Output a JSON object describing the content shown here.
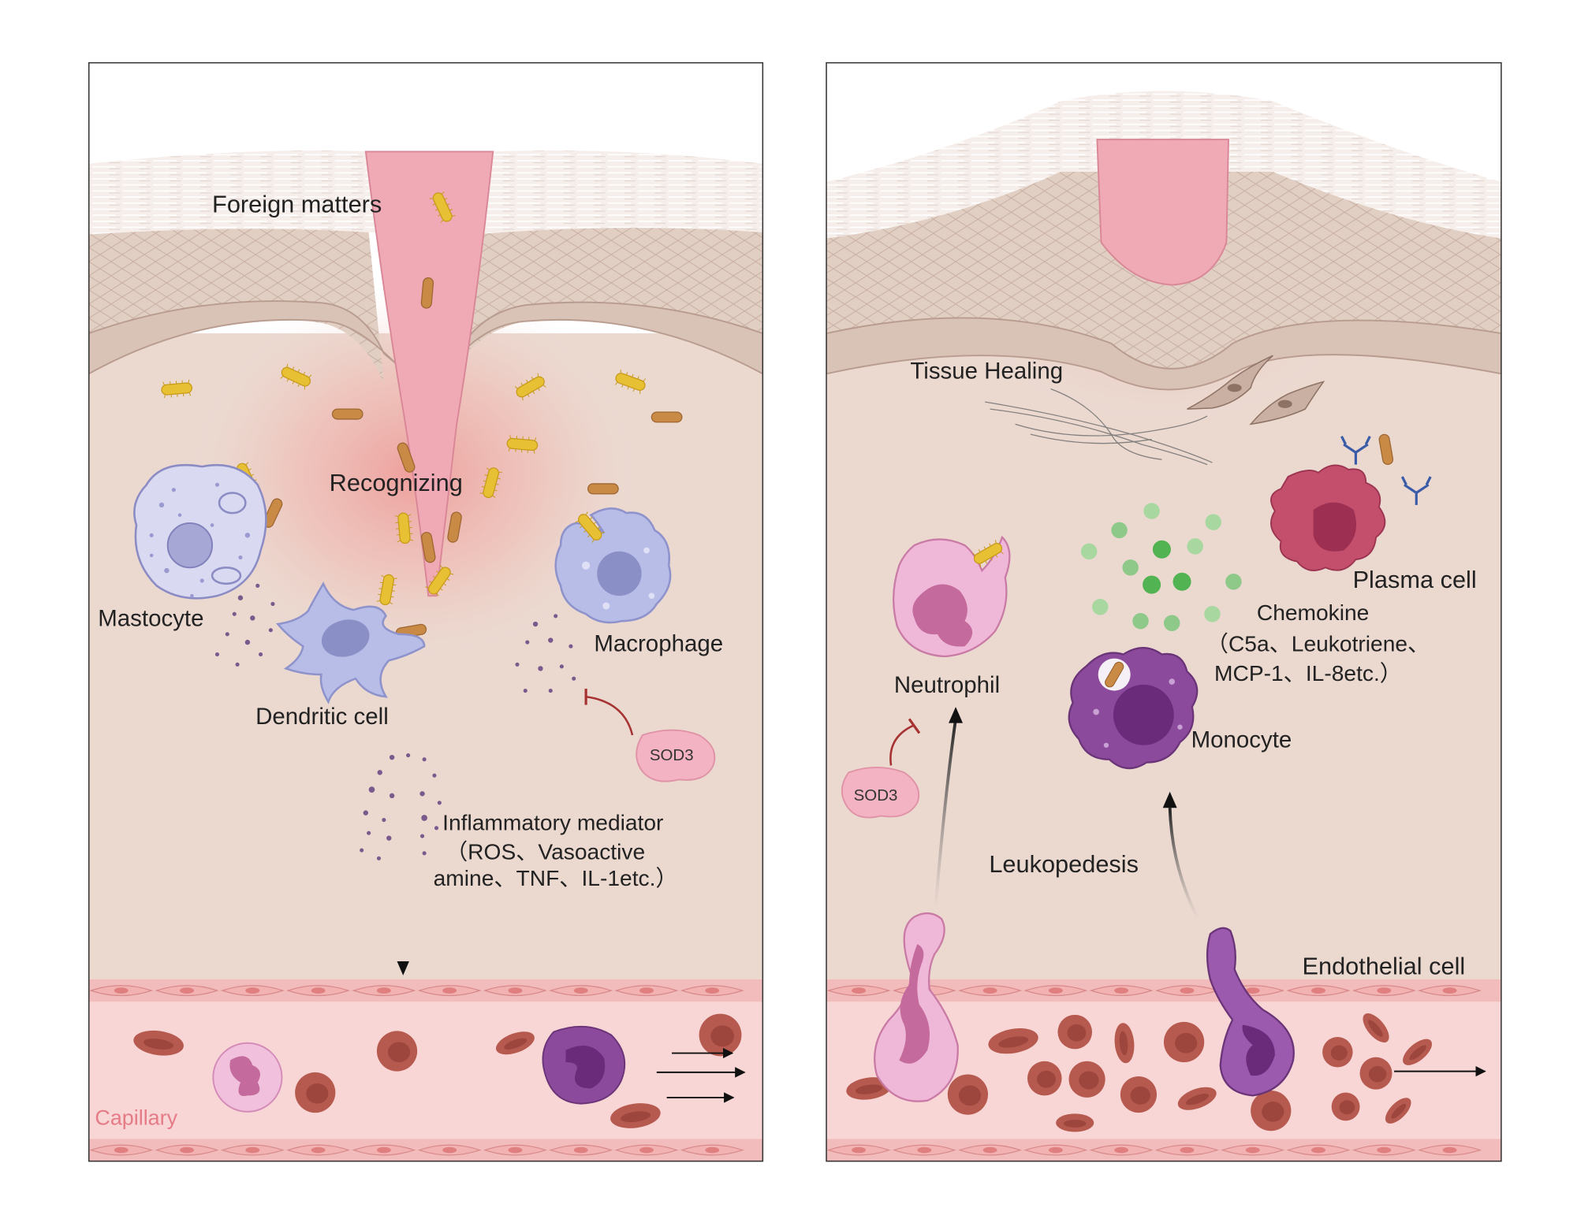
{
  "colors": {
    "tissue": "#ebd9d0",
    "skin_top": "#f7efec",
    "skin_mid": "#ddc9bd",
    "cell_border": "#b89c8f",
    "wound": "#efaab6",
    "inflammation": "#f2a0a0",
    "vessel": "#f9d6d6",
    "endothelium": "#f0b6b6",
    "rbc": "#b65a4f",
    "bacteria_yellow": "#e8c033",
    "bacteria_brown": "#c98a46",
    "immune_lavender": "#b8bde8",
    "monocyte_purple": "#8c4a9c",
    "neutrophil_pink": "#f0b8d8",
    "plasma_cell": "#b84a66",
    "chemokine_green": "#6cc36c",
    "sod3": "#f3b3c3",
    "inhibit_red": "#a63232",
    "capillary_label": "#e57b86"
  },
  "left_panel": {
    "labels": {
      "foreign_matters": "Foreign matters",
      "recognizing": "Recognizing",
      "mastocyte": "Mastocyte",
      "dendritic_cell": "Dendritic cell",
      "macrophage": "Macrophage",
      "sod3": "SOD3",
      "mediator_line1": "Inflammatory mediator",
      "mediator_line2": "（ROS、Vasoactive",
      "mediator_line3": "amine、TNF、IL-1etc.）",
      "capillary": "Capillary"
    }
  },
  "right_panel": {
    "labels": {
      "tissue_healing": "Tissue Healing",
      "plasma_cell": "Plasma cell",
      "chemokine_line1": "Chemokine",
      "chemokine_line2": "（C5a、Leukotriene、",
      "chemokine_line3": "MCP-1、IL-8etc.）",
      "neutrophil": "Neutrophil",
      "monocyte": "Monocyte",
      "sod3": "SOD3",
      "leukopedesis": "Leukopedesis",
      "endothelial_cell": "Endothelial cell"
    }
  }
}
